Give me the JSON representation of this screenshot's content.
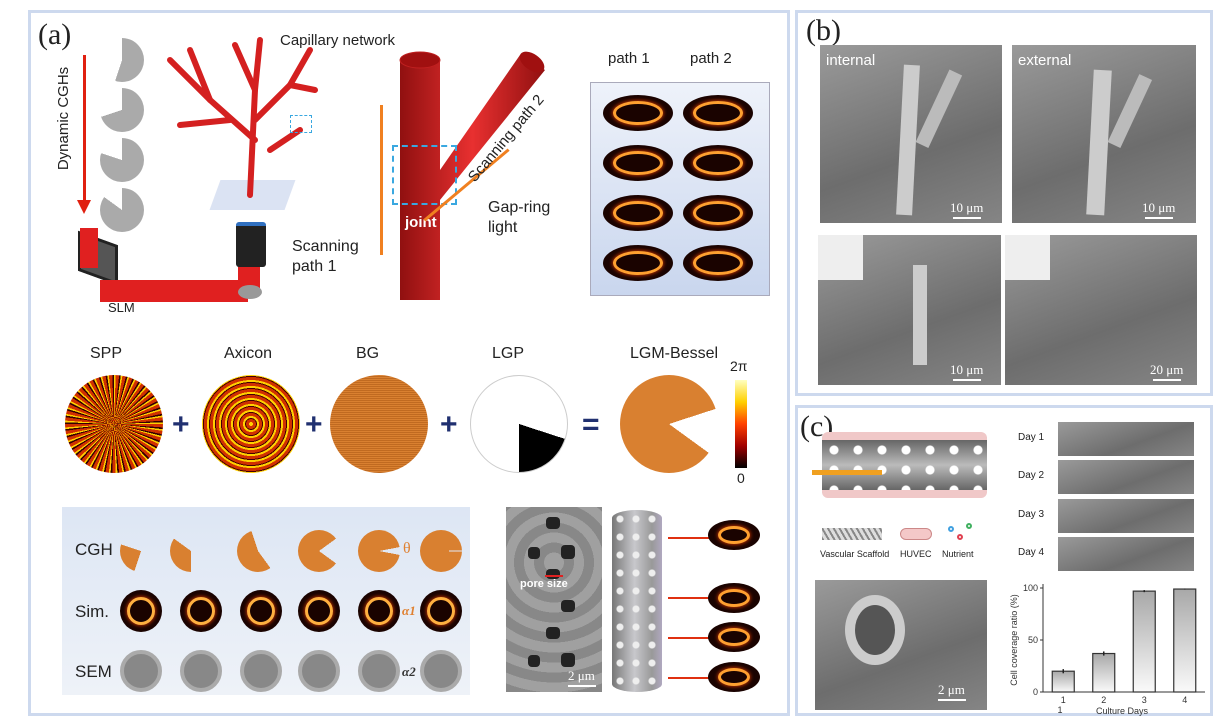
{
  "panel_a": {
    "label": "(a)",
    "dynamic_cghs": "Dynamic CGHs",
    "slm": "SLM",
    "capillary_network": "Capillary network",
    "joint": "joint",
    "scanning_path_1": "Scanning path 1",
    "scanning_path_2": "Scanning path 2",
    "gap_ring_light": "Gap-ring light",
    "path_headers": [
      "path 1",
      "path 2"
    ],
    "holograms": [
      "SPP",
      "Axicon",
      "BG",
      "LGP",
      "LGM-Bessel"
    ],
    "operators": [
      "+",
      "+",
      "+",
      "="
    ],
    "colorbar": {
      "max": "2π",
      "min": "0",
      "colors": [
        "#000000",
        "#a00000",
        "#ff4000",
        "#ffd000",
        "#ffffc0"
      ]
    },
    "rows": [
      "CGH",
      "Sim.",
      "SEM"
    ],
    "theta": "θ",
    "alpha1": "α1",
    "alpha2": "α2",
    "pore_size": "pore size",
    "scale_2um": "2 μm"
  },
  "panel_b": {
    "label": "(b)",
    "internal": "internal",
    "external": "external",
    "scales": [
      "10 μm",
      "10 μm",
      "10 μm",
      "20 μm"
    ]
  },
  "panel_c": {
    "label": "(c)",
    "legend": [
      "Vascular Scaffold",
      "HUVEC",
      "Nutrient"
    ],
    "days": [
      "Day 1",
      "Day 2",
      "Day 3",
      "Day 4"
    ],
    "scale_2um": "2 μm",
    "chart_data": {
      "type": "bar",
      "categories": [
        "1",
        "2",
        "3",
        "4"
      ],
      "values": [
        20,
        37,
        97,
        99
      ],
      "errors": [
        2,
        2,
        1,
        0.5
      ],
      "ylabel": "Cell coverage ratio (%)",
      "xlabel": "Culture Days",
      "extra_label": "1",
      "yticks": [
        0,
        50,
        100
      ],
      "ylim": [
        0,
        100
      ]
    }
  },
  "colors": {
    "border": "#cdd9ee",
    "vessel_red": "#d42020",
    "hologram_orange": "#d97a2a",
    "ring_glow": "#ffb040"
  }
}
